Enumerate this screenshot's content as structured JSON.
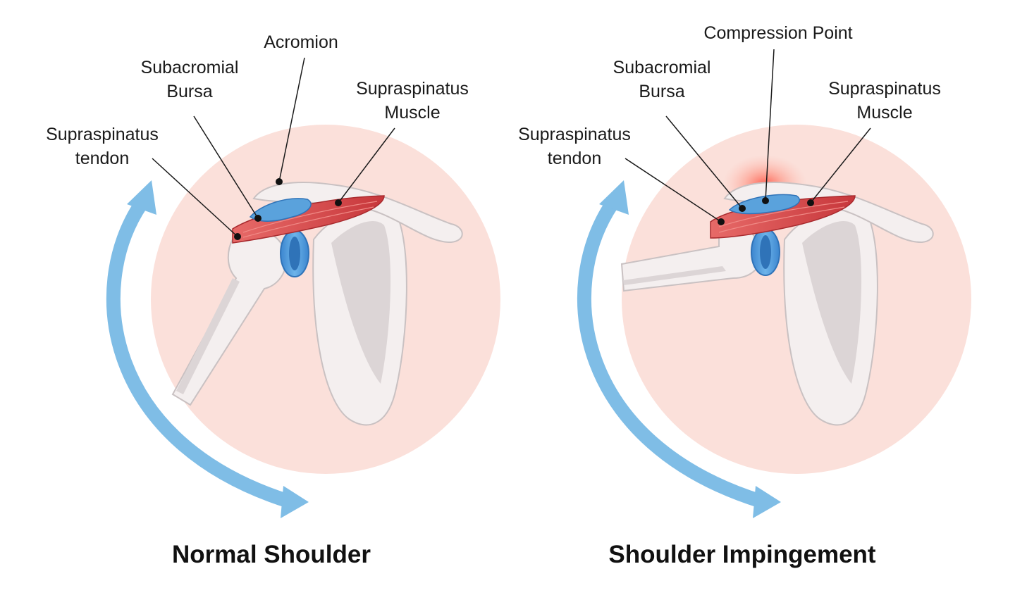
{
  "colors": {
    "background_circle": "#fbe0da",
    "bone": "#f4efef",
    "bone_shadow": "#dcd5d6",
    "bursa": "#5aa2dc",
    "cartilage": "#4a95d6",
    "muscle": "#d4474a",
    "motion_arrow": "#7fbde6",
    "compression_glow": "#ff6a5a"
  },
  "panels": [
    {
      "caption": "Normal Shoulder",
      "labels": {
        "acromion": "Acromion",
        "subacromial_bursa_line1": "Subacromial",
        "subacromial_bursa_line2": "Bursa",
        "supraspinatus_muscle_line1": "Supraspinatus",
        "supraspinatus_muscle_line2": "Muscle",
        "supraspinatus_tendon_line1": "Supraspinatus",
        "supraspinatus_tendon_line2": "tendon"
      }
    },
    {
      "caption": "Shoulder Impingement",
      "labels": {
        "compression_point": "Compression Point",
        "subacromial_bursa_line1": "Subacromial",
        "subacromial_bursa_line2": "Bursa",
        "supraspinatus_muscle_line1": "Supraspinatus",
        "supraspinatus_muscle_line2": "Muscle",
        "supraspinatus_tendon_line1": "Supraspinatus",
        "supraspinatus_tendon_line2": "tendon"
      }
    }
  ]
}
